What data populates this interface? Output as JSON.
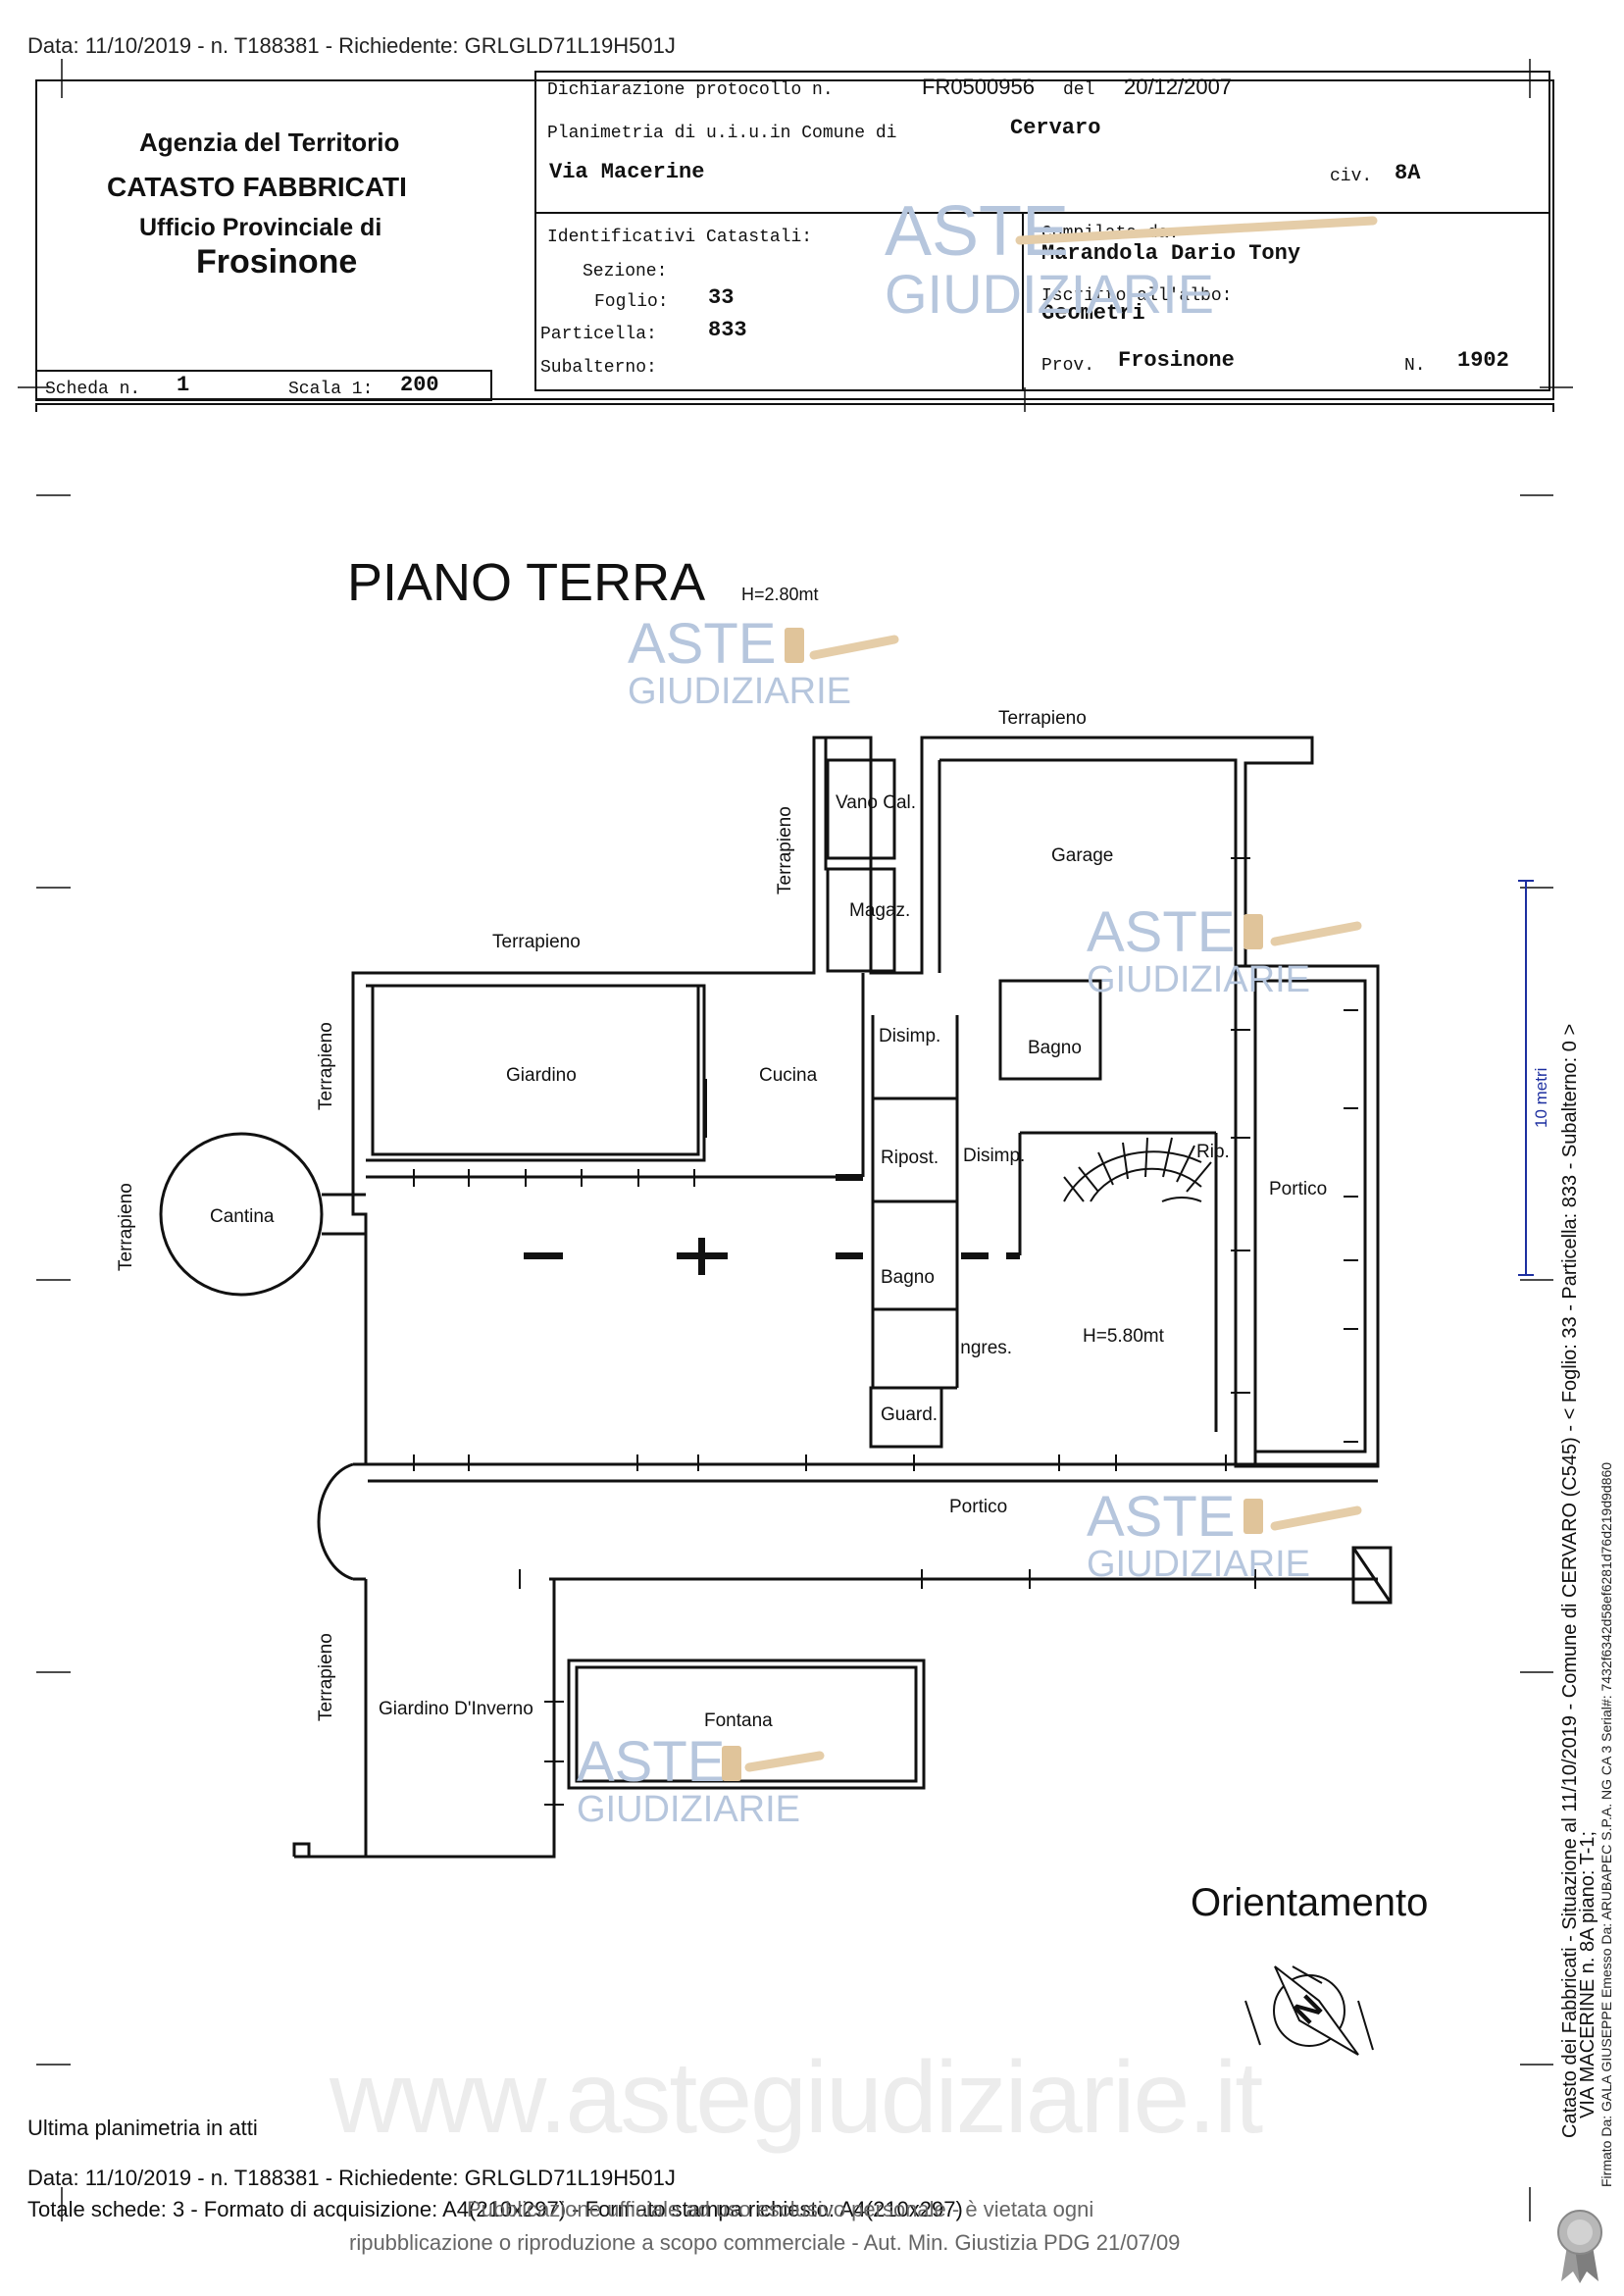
{
  "header": {
    "top_line": "Data: 11/10/2019 - n. T188381 - Richiedente: GRLGLD71L19H501J",
    "agency": {
      "line1": "Agenzia del Territorio",
      "line2": "CATASTO FABBRICATI",
      "line3": "Ufficio Provinciale di",
      "line4": "Frosinone"
    },
    "declaration_label": "Dichiarazione protocollo n.",
    "protocol_number": "FR0500956",
    "del_label": "del",
    "protocol_date": "20/12/2007",
    "planimetria_label": "Planimetria di u.i.u.in Comune di",
    "comune": "Cervaro",
    "address": "Via Macerine",
    "civ_label": "civ.",
    "civ_number": "8A",
    "identificativi_label": "Identificativi Catastali:",
    "sezione_label": "Sezione:",
    "sezione_value": "",
    "foglio_label": "Foglio:",
    "foglio_value": "33",
    "particella_label": "Particella:",
    "particella_value": "833",
    "subalterno_label": "Subalterno:",
    "subalterno_value": "",
    "compilata_label": "Compilata da:",
    "compilata_value": "Marandola Dario Tony",
    "iscritto_label": "Iscritto all'albo:",
    "iscritto_value": "Geometri",
    "prov_label": "Prov.",
    "prov_value": "Frosinone",
    "n_label": "N.",
    "n_value": "1902",
    "scheda_label": "Scheda n.",
    "scheda_value": "1",
    "scala_label": "Scala 1:",
    "scala_value": "200"
  },
  "plan": {
    "title": "PIANO TERRA",
    "height_note": "H=2.80mt",
    "rooms": {
      "terrapieno_top": "Terrapieno",
      "terrapieno_vert1": "Terrapieno",
      "terrapieno_mid": "Terrapieno",
      "terrapieno_vert2": "Terrapieno",
      "terrapieno_vert3": "Terrapieno",
      "terrapieno_vert4": "Terrapieno",
      "vano_cal": "Vano Cal.",
      "garage": "Garage",
      "magaz": "Magaz.",
      "giardino": "Giardino",
      "cucina": "Cucina",
      "disimp1": "Disimp.",
      "bagno1": "Bagno",
      "ripost": "Ripost.",
      "disimp2": "Disimp.",
      "rip": "Rip.",
      "portico_right": "Portico",
      "cantina": "Cantina",
      "bagno2": "Bagno",
      "ingres": "Ingres.",
      "h_580": "H=5.80mt",
      "guard": "Guard.",
      "portico_bottom": "Portico",
      "giardino_inverno": "Giardino D'Inverno",
      "fontana": "Fontana"
    },
    "orientation_label": "Orientamento",
    "compass_letter": "N",
    "scale_bar_label": "10 metri"
  },
  "watermarks": {
    "aste": "ASTE",
    "giudiziarie": "GIUDIZIARIE",
    "site": "www.astegiudiziarie.it"
  },
  "side_text": {
    "line1": "Catasto dei Fabbricati - Situazione al 11/10/2019 - Comune di CERVARO (C545) - < Foglio: 33 - Particella: 833 - Subalterno: 0 >",
    "line2": "VIA MACERINE n. 8A piano: T-1;",
    "line3": "Firmato Da: GALA GIUSEPPE Emesso Da: ARUBAPEC S.P.A. NG CA 3 Serial#: 7432f6342d58ef6281d76d219d9d860"
  },
  "footer": {
    "ultima": "Ultima planimetria in atti",
    "data_line": "Data: 11/10/2019 - n. T188381 - Richiedente: GRLGLD71L19H501J",
    "totale_line": "Totale schede: 3 - Formato di acquisizione: A4(210x297) - Formato stampa richiesto: A4(210x297)",
    "overlay_line1": "Pubblicazione ufficiale ad uso esclusivo personale - è vietata ogni",
    "overlay_line2": "ripubblicazione o riproduzione a scopo commerciale - Aut. Min. Giustizia PDG 21/07/09"
  },
  "colors": {
    "watermark_blue": "#b6c6dd",
    "line_black": "#111111"
  }
}
